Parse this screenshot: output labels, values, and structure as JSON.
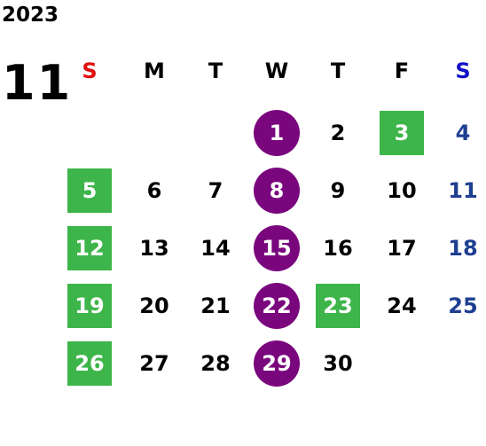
{
  "year": "2023",
  "month": "11",
  "weekdays": [
    "S",
    "M",
    "T",
    "W",
    "T",
    "F",
    "S"
  ],
  "colors": {
    "sunday_header": "#e01010",
    "saturday_header": "#1010c8",
    "saturday_dates": "#1e3f91",
    "highlight_green": "#3db54a",
    "highlight_purple": "#7a067e"
  },
  "weeks": [
    [
      "",
      "",
      "",
      "1",
      "2",
      "3",
      "4"
    ],
    [
      "5",
      "6",
      "7",
      "8",
      "9",
      "10",
      "11"
    ],
    [
      "12",
      "13",
      "14",
      "15",
      "16",
      "17",
      "18"
    ],
    [
      "19",
      "20",
      "21",
      "22",
      "23",
      "24",
      "25"
    ],
    [
      "26",
      "27",
      "28",
      "29",
      "30",
      "",
      ""
    ]
  ],
  "green_days": [
    "3",
    "5",
    "12",
    "19",
    "23",
    "26"
  ],
  "purple_days": [
    "1",
    "8",
    "15",
    "22",
    "29"
  ]
}
